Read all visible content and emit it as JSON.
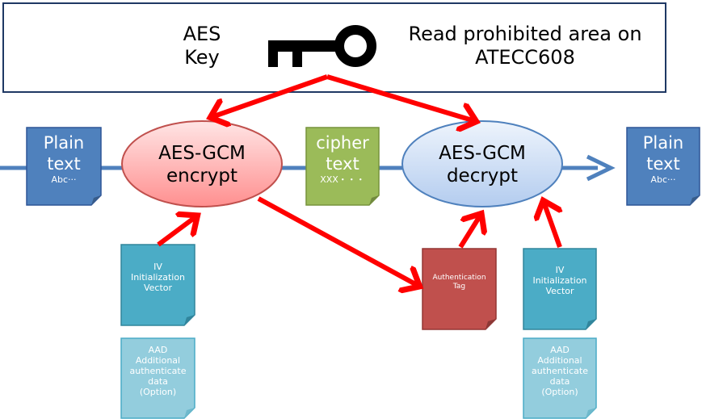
{
  "key_box": {
    "key_label_line1": "AES",
    "key_label_line2": "Key",
    "storage_line1": "Read prohibited area on",
    "storage_line2": "ATECC608"
  },
  "plain_in": {
    "line1": "Plain",
    "line2": "text",
    "sample": "Abc···"
  },
  "encrypt": {
    "line1": "AES-GCM",
    "line2": "encrypt"
  },
  "cipher": {
    "line1": "cipher",
    "line2": "text",
    "sample": "XXX・・・"
  },
  "decrypt": {
    "line1": "AES-GCM",
    "line2": "decrypt"
  },
  "plain_out": {
    "line1": "Plain",
    "line2": "text",
    "sample": "Abc···"
  },
  "iv_left": {
    "line1": "IV",
    "line2": "Initialization",
    "line3": "Vector"
  },
  "aad_left": {
    "line1": "AAD",
    "line2": "Additional",
    "line3": "authenticate",
    "line4": "data",
    "line5": "(Option)"
  },
  "tag": {
    "line1": "Authentication",
    "line2": "Tag"
  },
  "iv_right": {
    "line1": "IV",
    "line2": "Initialization",
    "line3": "Vector"
  },
  "aad_right": {
    "line1": "AAD",
    "line2": "Additional",
    "line3": "authenticate",
    "line4": "data",
    "line5": "(Option)"
  },
  "colors": {
    "frame": "#1f3864",
    "flow_line": "#4f81bd",
    "arrow": "#ff0000",
    "plain_doc": "#4f81bd",
    "cipher_doc": "#9bbb59",
    "tag_doc": "#c0504d",
    "iv_doc": "#4bacc6",
    "aad_doc": "#93cddd",
    "encrypt_oval": "#ff9999",
    "decrypt_oval": "#c6d9f1"
  }
}
